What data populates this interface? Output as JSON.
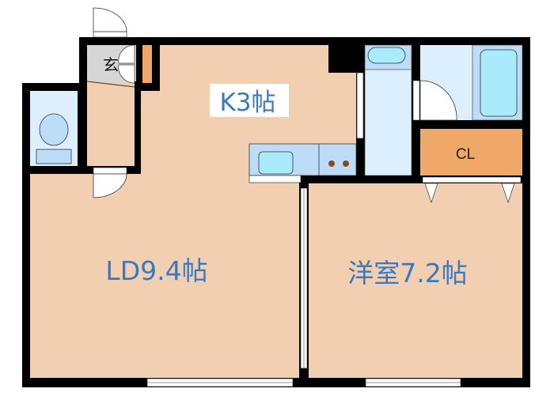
{
  "rooms": {
    "kitchen": "K3帖",
    "living_dining": "LD9.4帖",
    "western_room": "洋室7.2帖",
    "closet": "CL",
    "entrance": "玄"
  },
  "colors": {
    "floor": "#f2cfb1",
    "wet_area": "#dcefff",
    "fixture": "#a9ebfa",
    "closet": "#f0a868",
    "entrance": "#d6d6d6",
    "wall": "#000000",
    "label": "#3a78c2"
  }
}
